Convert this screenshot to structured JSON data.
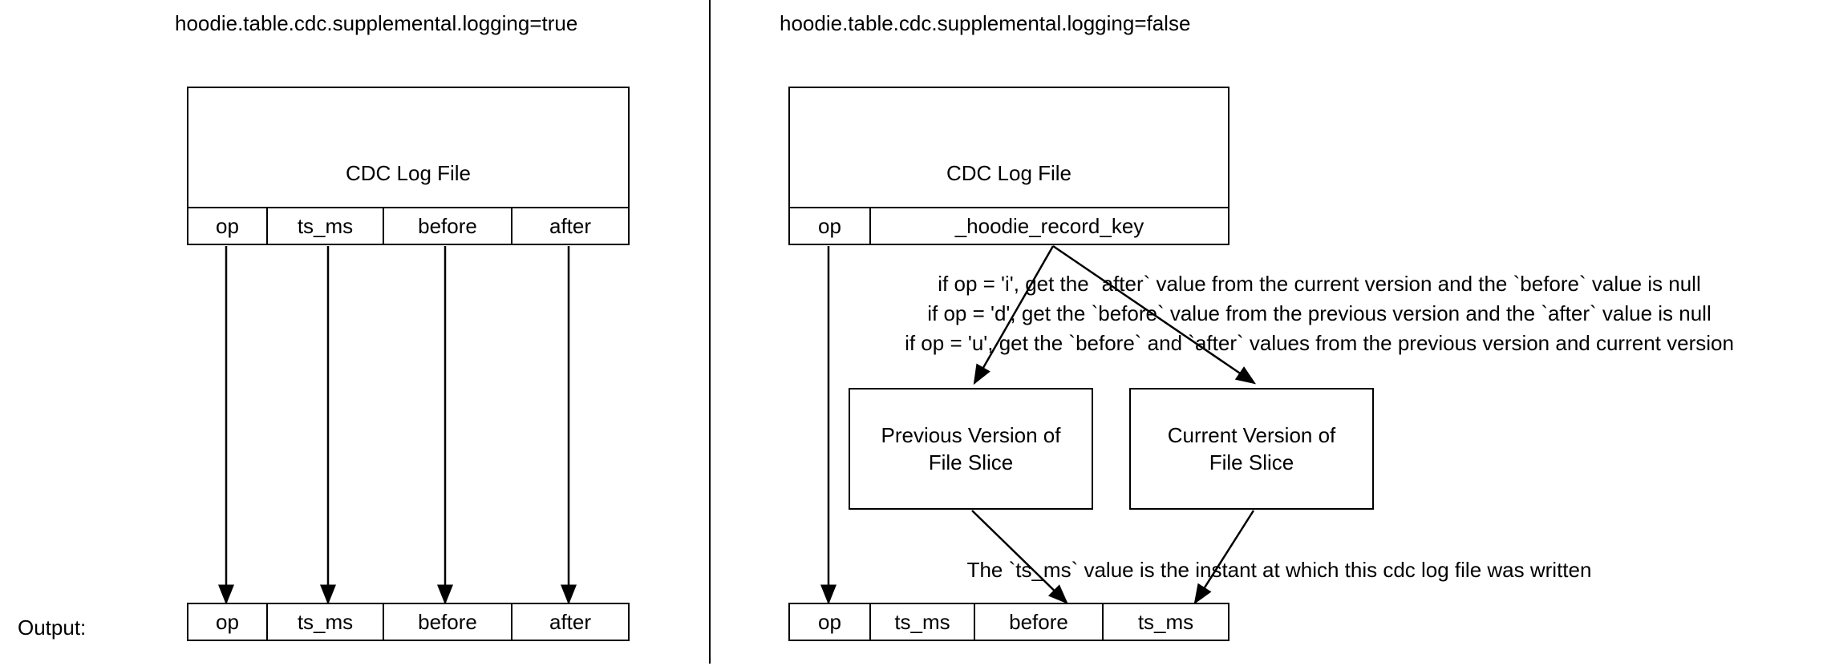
{
  "diagram": {
    "title_left": "hoodie.table.cdc.supplemental.logging=true",
    "title_right": "hoodie.table.cdc.supplemental.logging=false",
    "output_label": "Output:"
  },
  "left_panel": {
    "cdc_log_file": {
      "title": "CDC Log File",
      "columns": [
        "op",
        "ts_ms",
        "before",
        "after"
      ]
    },
    "output": {
      "columns": [
        "op",
        "ts_ms",
        "before",
        "after"
      ]
    }
  },
  "right_panel": {
    "cdc_log_file": {
      "title": "CDC Log File",
      "columns": [
        "op",
        "_hoodie_record_key"
      ]
    },
    "rules": [
      "if op = 'i', get the `after` value from the current version and the `before` value is null",
      "if op = 'd', get the `before` value from the previous version  and the `after` value is null",
      "if op = 'u', get the `before` and `after` values from the previous version and current version"
    ],
    "version_boxes": [
      {
        "line1": "Previous Version of",
        "line2": "File Slice"
      },
      {
        "line1": "Current Version of",
        "line2": "File Slice"
      }
    ],
    "ts_ms_note": "The `ts_ms` value is the instant at which this cdc log file was written",
    "output": {
      "columns": [
        "op",
        "ts_ms",
        "before",
        "ts_ms"
      ]
    }
  },
  "colors": {
    "stroke": "#000000",
    "background": "#ffffff",
    "text": "#000000"
  }
}
